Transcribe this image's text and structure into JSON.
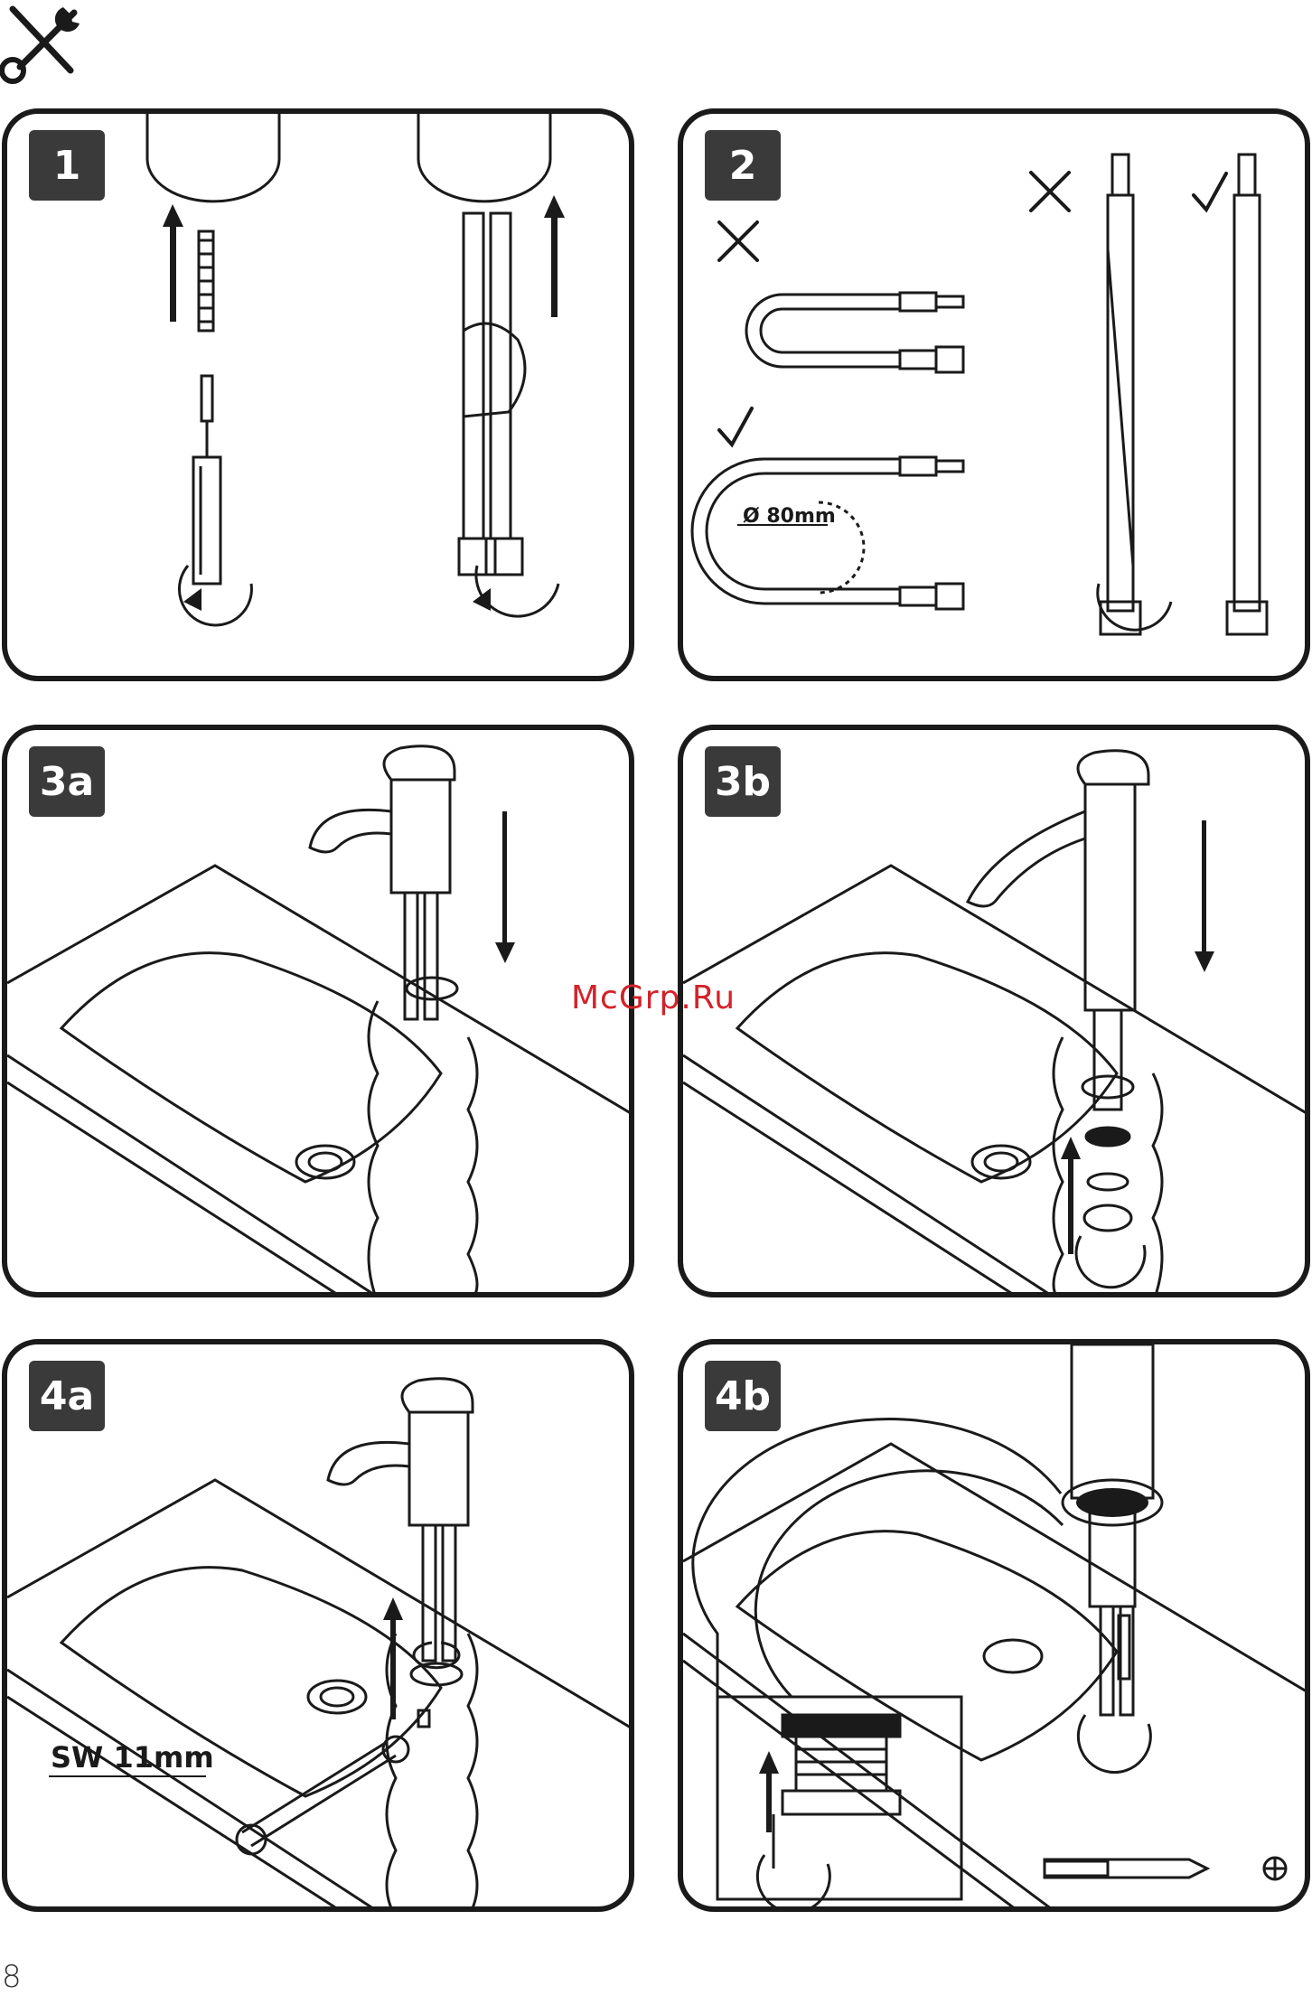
{
  "header": {
    "icon": "tools-icon"
  },
  "panels": [
    {
      "id": "1",
      "label": "1"
    },
    {
      "id": "2",
      "label": "2",
      "hose_diameter": "Ø 80mm"
    },
    {
      "id": "3a",
      "label": "3a"
    },
    {
      "id": "3b",
      "label": "3b"
    },
    {
      "id": "4a",
      "label": "4a",
      "wrench_size": "SW 11mm"
    },
    {
      "id": "4b",
      "label": "4b"
    }
  ],
  "watermark": "McGrp.Ru",
  "page_number": "8"
}
